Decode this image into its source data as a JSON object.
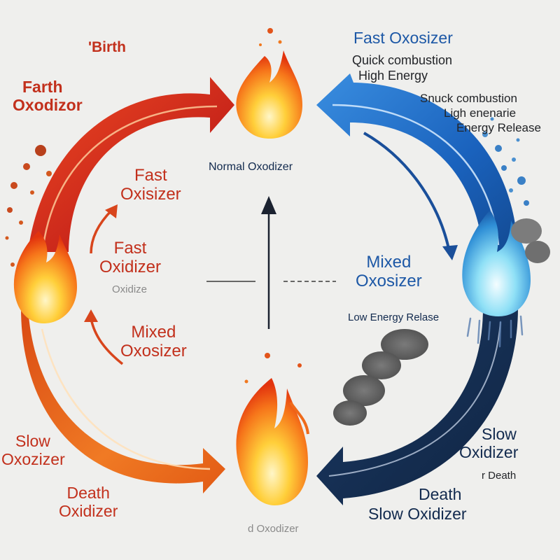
{
  "labels": {
    "birth": "'Birth",
    "farth_oxodizor_1": "Farth",
    "farth_oxodizor_2": "Oxodizor",
    "fast_oxisizer_1": "Fast",
    "fast_oxisizer_2": "Oxisizer",
    "fast_oxidizer_1": "Fast",
    "fast_oxidizer_2": "Oxidizer",
    "faded_oxidize": "Oxidize",
    "mixed_oxosizer_left_1": "Mixed",
    "mixed_oxosizer_left_2": "Oxosizer",
    "slow_oxozizer_1": "Slow",
    "slow_oxozizer_2": "Oxozizer",
    "death_oxidizer_left_1": "Death",
    "death_oxidizer_left_2": "Oxidizer",
    "normal_oxodizer": "Normal Oxodizer",
    "bottom_oxodizer": "d Oxodizer",
    "fast_oxosizer_top": "Fast Oxosizer",
    "quick_combustion": "Quick combustion",
    "high_energy": "High Energy",
    "snuck_combustion": "Snuck combustion",
    "ligh_enenarie": "Ligh enenarie",
    "energy_release": "Energy Release",
    "mixed_oxosizer_right_1": "Mixed",
    "mixed_oxosizer_right_2": "Oxosizer",
    "low_energy_release": "Low Energy Relase",
    "slow_oxidizer_right_1": "Slow",
    "slow_oxidizer_right_2": "Oxidizer",
    "small_death": "r Death",
    "death_right": "Death",
    "slow_oxidizer_bottom": "Slow Oxidizer"
  },
  "colors": {
    "background": "#efefed",
    "red_arrow": "#d8301a",
    "orange_arrow": "#ea6a1a",
    "blue_arrow": "#1c6fcc",
    "navy_arrow": "#163256",
    "flame_outer": "#f24a12",
    "flame_inner": "#ffcf3a",
    "blue_flame": "#3aa6e6",
    "smoke": "#6a6a6a"
  },
  "icons": [
    "flame-icon",
    "blue-flame-icon",
    "smoke-icon",
    "droplet-icon",
    "ember-icon",
    "arrow-up-icon"
  ]
}
